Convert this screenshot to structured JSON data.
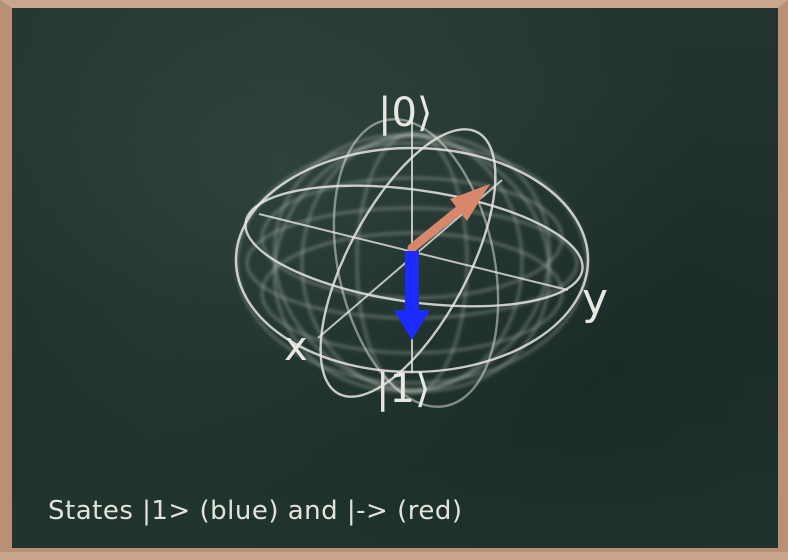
{
  "diagram": {
    "labels": {
      "top": "|0⟩",
      "bottom": "|1⟩",
      "x_axis": "x",
      "y_axis": "y"
    },
    "vectors": {
      "state_one": {
        "color": "#1e2bff"
      },
      "state_minus": {
        "color": "#d9876a"
      }
    },
    "sphere_color": "#e6e6e0"
  },
  "caption": "States |1> (blue) and |-> (red)"
}
